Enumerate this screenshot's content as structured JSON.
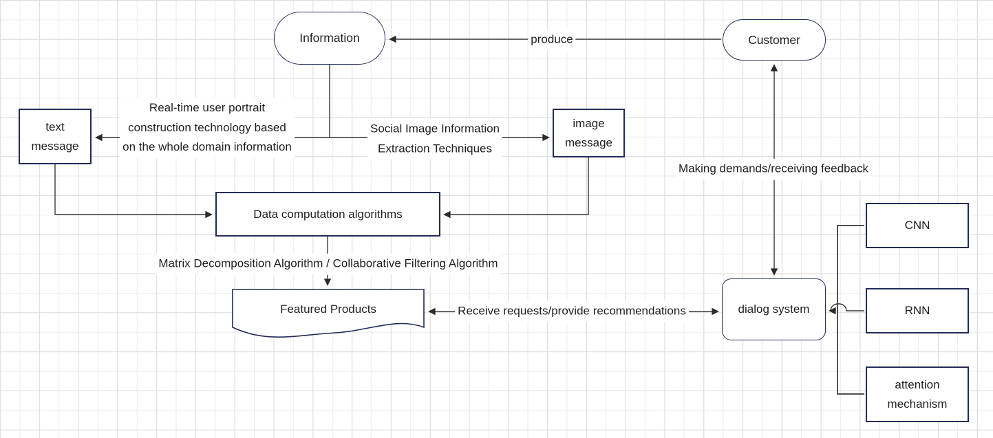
{
  "diagram": {
    "nodes": {
      "information": {
        "label": "Information"
      },
      "customer": {
        "label": "Customer"
      },
      "text_message": {
        "label": "text message"
      },
      "image_message": {
        "label": "image message"
      },
      "data_computation": {
        "label": "Data computation algorithms"
      },
      "featured_products": {
        "label": "Featured Products"
      },
      "dialog_system": {
        "label": "dialog system"
      },
      "cnn": {
        "label": "CNN"
      },
      "rnn": {
        "label": "RNN"
      },
      "attention_mechanism": {
        "label": "attention mechanism"
      }
    },
    "edge_labels": {
      "produce": "produce",
      "realtime_portrait": [
        "Real-time user portrait",
        "construction technology based",
        "on the whole domain information"
      ],
      "social_image": [
        "Social Image Information",
        "Extraction Techniques"
      ],
      "matrix_decomposition": "Matrix Decomposition Algorithm / Collaborative Filtering Algorithm",
      "receive_requests": "Receive requests/provide recommendations",
      "making_demands": "Making demands/receiving feedback"
    },
    "colors": {
      "node_border": "#222b57",
      "connector": "#383838",
      "arrowhead": "#2b2b2b",
      "text": "#1f1f1f",
      "grid_line": "#e3e3e3",
      "background": "#ffffff"
    }
  }
}
